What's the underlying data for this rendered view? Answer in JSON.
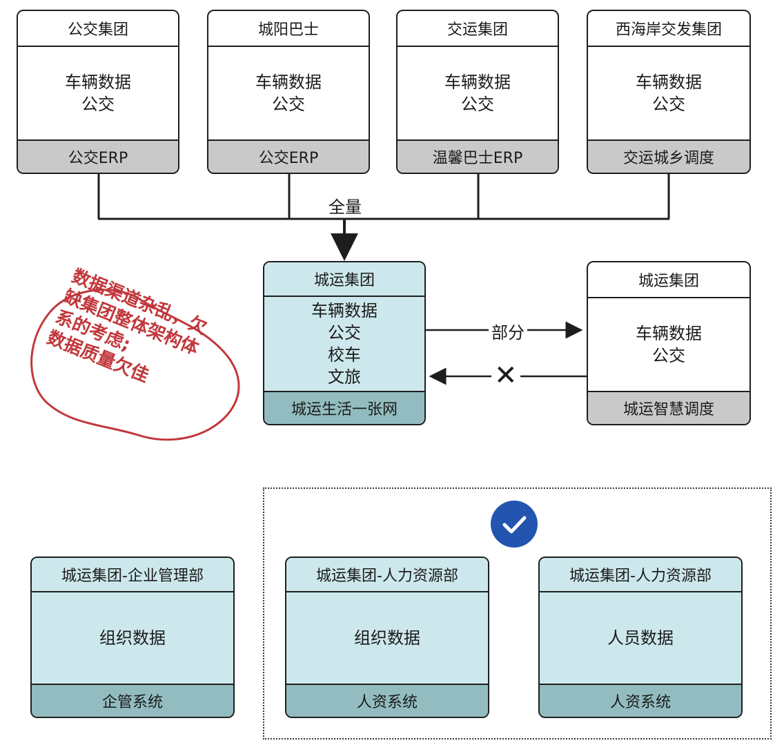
{
  "sources": [
    {
      "title": "公交集团",
      "body": [
        "车辆数据",
        "公交"
      ],
      "system": "公交ERP"
    },
    {
      "title": "城阳巴士",
      "body": [
        "车辆数据",
        "公交"
      ],
      "system": "公交ERP"
    },
    {
      "title": "交运集团",
      "body": [
        "车辆数据",
        "公交"
      ],
      "system": "温馨巴士ERP"
    },
    {
      "title": "西海岸交发集团",
      "body": [
        "车辆数据",
        "公交"
      ],
      "system": "交运城乡调度"
    }
  ],
  "merge_label": "全量",
  "center": {
    "title": "城运集团",
    "body": [
      "车辆数据",
      "公交",
      "校车",
      "文旅"
    ],
    "system": "城运生活一张网"
  },
  "right": {
    "title": "城运集团",
    "body": [
      "车辆数据",
      "公交"
    ],
    "system": "城运智慧调度"
  },
  "partial_label": "部分",
  "blocked_mark": "✕",
  "note": [
    "数据渠道杂乱，欠",
    "缺集团整体架构体",
    "系的考虑;",
    "数据质量欠佳"
  ],
  "bottom": [
    {
      "title": "城运集团-企业管理部",
      "body": [
        "组织数据"
      ],
      "system": "企管系统"
    },
    {
      "title": "城运集团-人力资源部",
      "body": [
        "组织数据"
      ],
      "system": "人资系统"
    },
    {
      "title": "城运集团-人力资源部",
      "body": [
        "人员数据"
      ],
      "system": "人资系统"
    }
  ],
  "check_icon": "check-circle-icon",
  "colors": {
    "note_red": "#c1373c",
    "teal_light": "#cde8ec",
    "teal_dark": "#92bcc0",
    "gray_footer": "#c9c9c9",
    "check_blue": "#2355b0"
  }
}
